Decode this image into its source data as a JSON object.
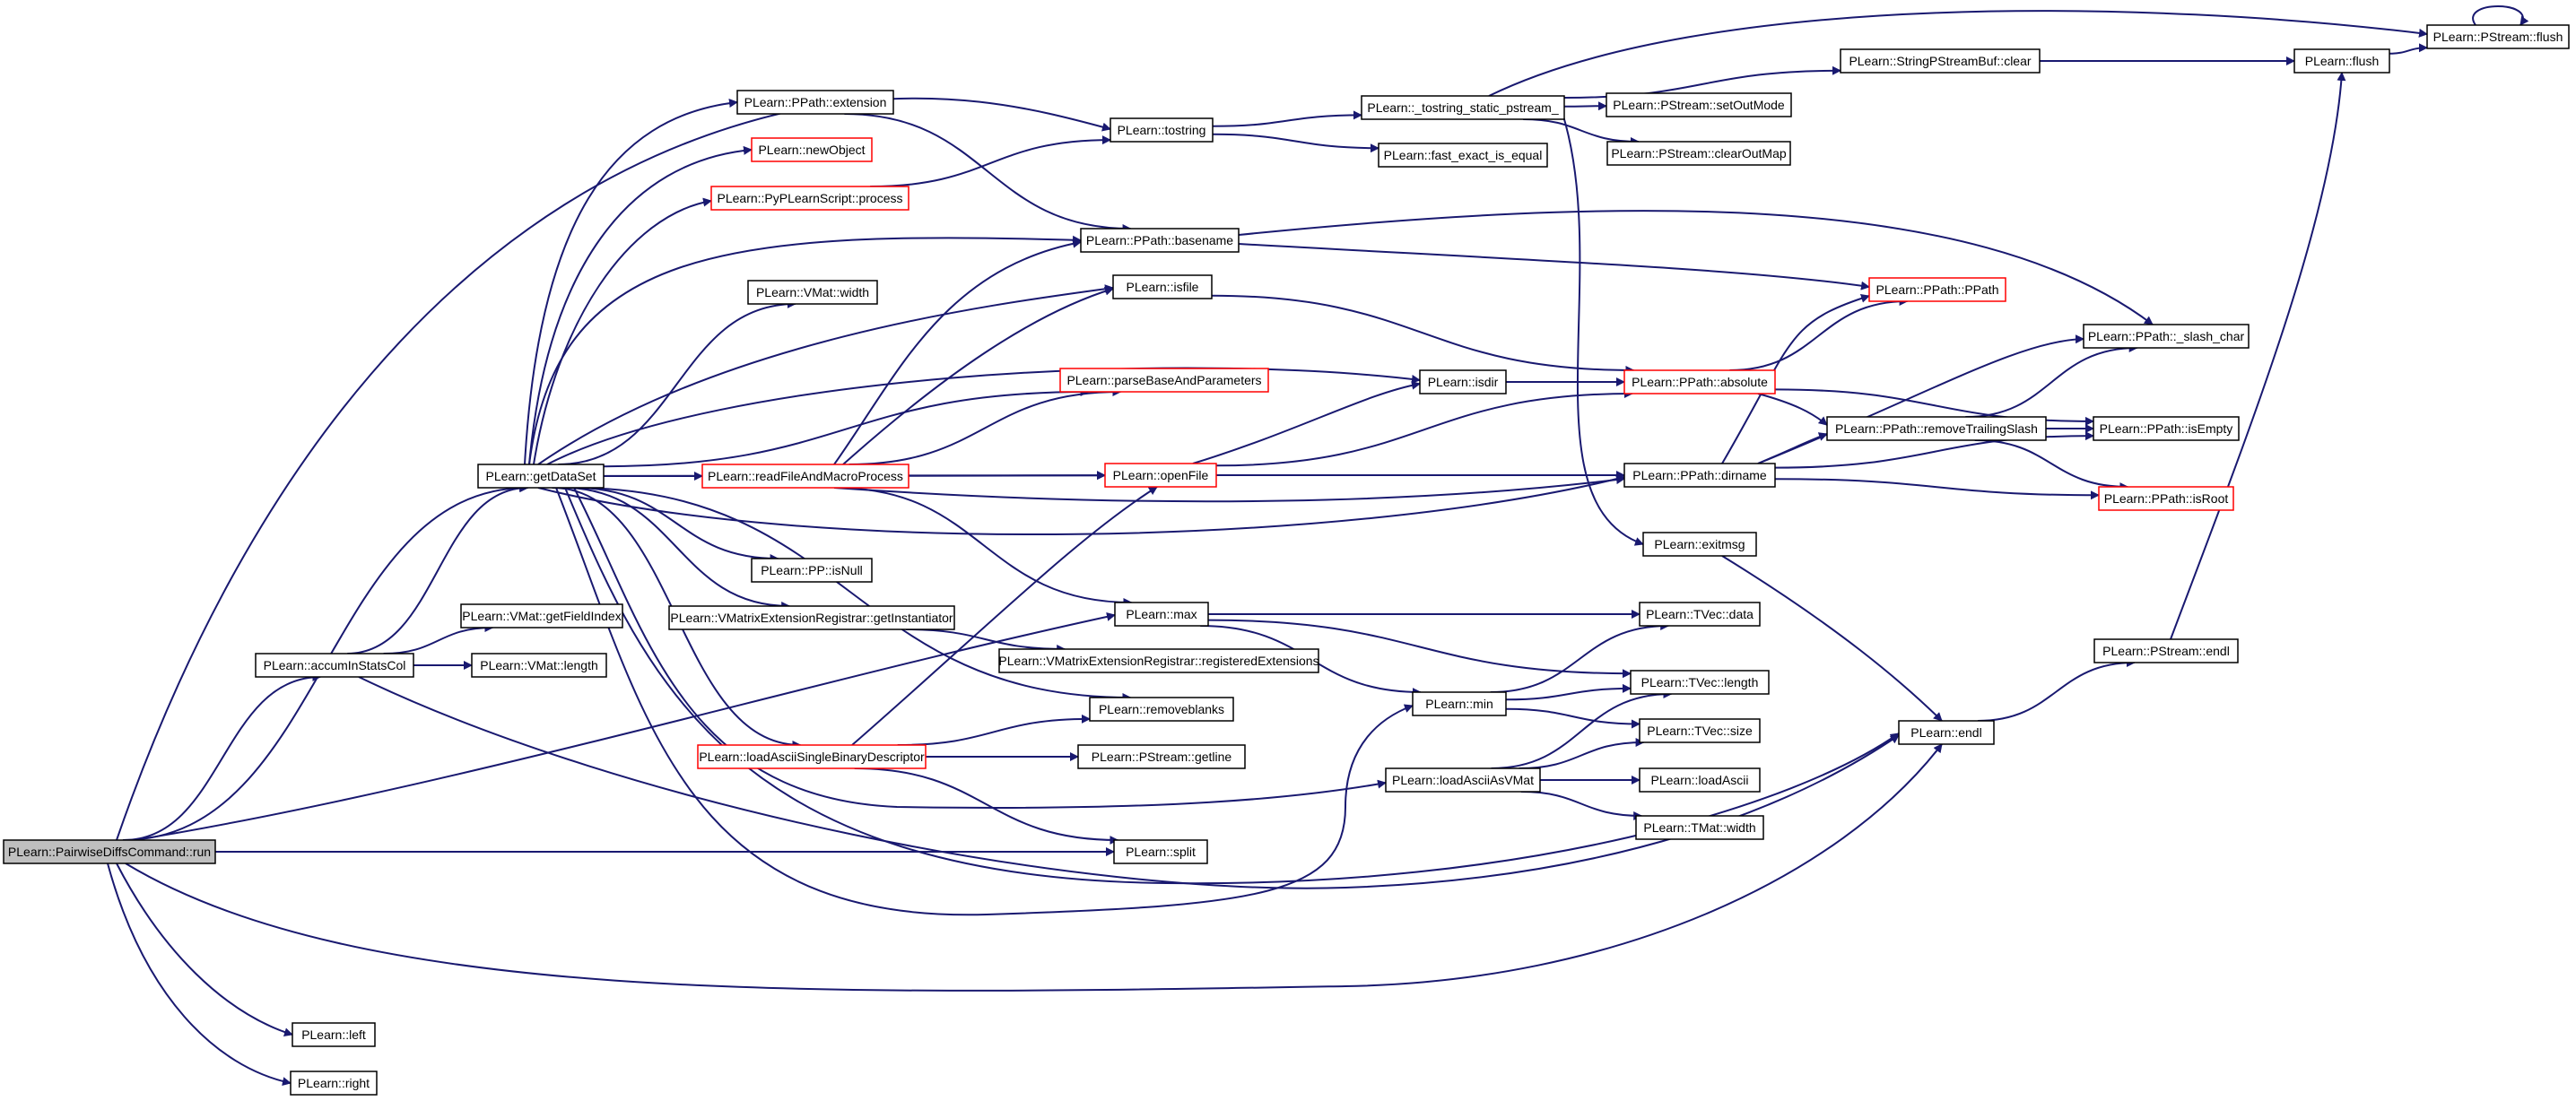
{
  "nodes": [
    {
      "id": "root",
      "label": "PLearn::PairwiseDiffsCommand::run",
      "style": "root"
    },
    {
      "id": "accumInStatsCol",
      "label": "PLearn::accumInStatsCol",
      "style": "normal"
    },
    {
      "id": "getDataSet",
      "label": "PLearn::getDataSet",
      "style": "normal"
    },
    {
      "id": "getFieldIndex",
      "label": "PLearn::VMat::getFieldIndex",
      "style": "normal"
    },
    {
      "id": "vmatLength",
      "label": "PLearn::VMat::length",
      "style": "normal"
    },
    {
      "id": "extension",
      "label": "PLearn::PPath::extension",
      "style": "normal"
    },
    {
      "id": "newObject",
      "label": "PLearn::newObject",
      "style": "red"
    },
    {
      "id": "pyProcess",
      "label": "PLearn::PyPLearnScript::process",
      "style": "red"
    },
    {
      "id": "vmatWidth",
      "label": "PLearn::VMat::width",
      "style": "normal"
    },
    {
      "id": "readFile",
      "label": "PLearn::readFileAndMacroProcess",
      "style": "red"
    },
    {
      "id": "isNull",
      "label": "PLearn::PP::isNull",
      "style": "normal"
    },
    {
      "id": "getInstantiator",
      "label": "PLearn::VMatrixExtensionRegistrar::getInstantiator",
      "style": "normal"
    },
    {
      "id": "loadAsciiSingle",
      "label": "PLearn::loadAsciiSingleBinaryDescriptor",
      "style": "red"
    },
    {
      "id": "parseBase",
      "label": "PLearn::parseBaseAndParameters",
      "style": "red"
    },
    {
      "id": "tostring",
      "label": "PLearn::tostring",
      "style": "normal"
    },
    {
      "id": "basename",
      "label": "PLearn::PPath::basename",
      "style": "normal"
    },
    {
      "id": "isfile",
      "label": "PLearn::isfile",
      "style": "normal"
    },
    {
      "id": "openFile",
      "label": "PLearn::openFile",
      "style": "red"
    },
    {
      "id": "max",
      "label": "PLearn::max",
      "style": "normal"
    },
    {
      "id": "registeredExt",
      "label": "PLearn::VMatrixExtensionRegistrar::registeredExtensions",
      "style": "normal"
    },
    {
      "id": "removeblanks",
      "label": "PLearn::removeblanks",
      "style": "normal"
    },
    {
      "id": "getline",
      "label": "PLearn::PStream::getline",
      "style": "normal"
    },
    {
      "id": "split",
      "label": "PLearn::split",
      "style": "normal"
    },
    {
      "id": "tostringStatic",
      "label": "PLearn::_tostring_static_pstream_",
      "style": "normal"
    },
    {
      "id": "fastExact",
      "label": "PLearn::fast_exact_is_equal",
      "style": "normal"
    },
    {
      "id": "isdir",
      "label": "PLearn::isdir",
      "style": "normal"
    },
    {
      "id": "min",
      "label": "PLearn::min",
      "style": "normal"
    },
    {
      "id": "loadAsciiAsVMat",
      "label": "PLearn::loadAsciiAsVMat",
      "style": "normal"
    },
    {
      "id": "setOutMode",
      "label": "PLearn::PStream::setOutMode",
      "style": "normal"
    },
    {
      "id": "clearOutMap",
      "label": "PLearn::PStream::clearOutMap",
      "style": "normal"
    },
    {
      "id": "sbufClear",
      "label": "PLearn::StringPStreamBuf::clear",
      "style": "normal"
    },
    {
      "id": "ppathCtor",
      "label": "PLearn::PPath::PPath",
      "style": "red"
    },
    {
      "id": "absolute",
      "label": "PLearn::PPath::absolute",
      "style": "red"
    },
    {
      "id": "dirname",
      "label": "PLearn::PPath::dirname",
      "style": "normal"
    },
    {
      "id": "exitmsg",
      "label": "PLearn::exitmsg",
      "style": "normal"
    },
    {
      "id": "tvecData",
      "label": "PLearn::TVec::data",
      "style": "normal"
    },
    {
      "id": "tvecLength",
      "label": "PLearn::TVec::length",
      "style": "normal"
    },
    {
      "id": "tvecSize",
      "label": "PLearn::TVec::size",
      "style": "normal"
    },
    {
      "id": "loadAscii",
      "label": "PLearn::loadAscii",
      "style": "normal"
    },
    {
      "id": "tmatWidth",
      "label": "PLearn::TMat::width",
      "style": "normal"
    },
    {
      "id": "removeTrailing",
      "label": "PLearn::PPath::removeTrailingSlash",
      "style": "normal"
    },
    {
      "id": "slashChar",
      "label": "PLearn::PPath::_slash_char",
      "style": "normal"
    },
    {
      "id": "isEmpty",
      "label": "PLearn::PPath::isEmpty",
      "style": "normal"
    },
    {
      "id": "isRoot",
      "label": "PLearn::PPath::isRoot",
      "style": "red"
    },
    {
      "id": "flush",
      "label": "PLearn::flush",
      "style": "normal"
    },
    {
      "id": "pstreamFlush",
      "label": "PLearn::PStream::flush",
      "style": "normal"
    },
    {
      "id": "pstreamEndl",
      "label": "PLearn::PStream::endl",
      "style": "normal"
    },
    {
      "id": "endl",
      "label": "PLearn::endl",
      "style": "normal"
    },
    {
      "id": "left",
      "label": "PLearn::left",
      "style": "normal"
    },
    {
      "id": "right",
      "label": "PLearn::right",
      "style": "normal"
    }
  ],
  "edges": [
    [
      "root",
      "accumInStatsCol"
    ],
    [
      "root",
      "getDataSet"
    ],
    [
      "root",
      "split"
    ],
    [
      "root",
      "max"
    ],
    [
      "root",
      "endl"
    ],
    [
      "root",
      "left"
    ],
    [
      "root",
      "right"
    ],
    [
      "root",
      "tostring"
    ],
    [
      "accumInStatsCol",
      "getDataSet"
    ],
    [
      "accumInStatsCol",
      "getFieldIndex"
    ],
    [
      "accumInStatsCol",
      "vmatLength"
    ],
    [
      "accumInStatsCol",
      "endl"
    ],
    [
      "getDataSet",
      "extension"
    ],
    [
      "getDataSet",
      "newObject"
    ],
    [
      "getDataSet",
      "pyProcess"
    ],
    [
      "getDataSet",
      "basename"
    ],
    [
      "getDataSet",
      "vmatWidth"
    ],
    [
      "getDataSet",
      "isfile"
    ],
    [
      "getDataSet",
      "isdir"
    ],
    [
      "getDataSet",
      "parseBase"
    ],
    [
      "getDataSet",
      "readFile"
    ],
    [
      "getDataSet",
      "openFile"
    ],
    [
      "getDataSet",
      "dirname"
    ],
    [
      "getDataSet",
      "isNull"
    ],
    [
      "getDataSet",
      "getInstantiator"
    ],
    [
      "getDataSet",
      "removeblanks"
    ],
    [
      "getDataSet",
      "loadAsciiSingle"
    ],
    [
      "getDataSet",
      "loadAsciiAsVMat"
    ],
    [
      "getDataSet",
      "min"
    ],
    [
      "getDataSet",
      "endl"
    ],
    [
      "getInstantiator",
      "registeredExt"
    ],
    [
      "extension",
      "basename"
    ],
    [
      "pyProcess",
      "tostring"
    ],
    [
      "readFile",
      "basename"
    ],
    [
      "readFile",
      "isfile"
    ],
    [
      "readFile",
      "parseBase"
    ],
    [
      "readFile",
      "openFile"
    ],
    [
      "readFile",
      "dirname"
    ],
    [
      "readFile",
      "max"
    ],
    [
      "loadAsciiSingle",
      "removeblanks"
    ],
    [
      "loadAsciiSingle",
      "getline"
    ],
    [
      "loadAsciiSingle",
      "split"
    ],
    [
      "loadAsciiSingle",
      "openFile"
    ],
    [
      "tostring",
      "tostringStatic"
    ],
    [
      "tostring",
      "fastExact"
    ],
    [
      "tostringStatic",
      "setOutMode"
    ],
    [
      "tostringStatic",
      "clearOutMap"
    ],
    [
      "tostringStatic",
      "sbufClear"
    ],
    [
      "tostringStatic",
      "pstreamFlush"
    ],
    [
      "tostringStatic",
      "exitmsg"
    ],
    [
      "sbufClear",
      "flush"
    ],
    [
      "flush",
      "pstreamFlush"
    ],
    [
      "pstreamFlush",
      "pstreamFlush"
    ],
    [
      "basename",
      "ppathCtor"
    ],
    [
      "basename",
      "slashChar"
    ],
    [
      "isfile",
      "absolute"
    ],
    [
      "isdir",
      "absolute"
    ],
    [
      "openFile",
      "isdir"
    ],
    [
      "openFile",
      "absolute"
    ],
    [
      "openFile",
      "dirname"
    ],
    [
      "absolute",
      "ppathCtor"
    ],
    [
      "absolute",
      "removeTrailing"
    ],
    [
      "absolute",
      "isEmpty"
    ],
    [
      "dirname",
      "ppathCtor"
    ],
    [
      "dirname",
      "slashChar"
    ],
    [
      "dirname",
      "removeTrailing"
    ],
    [
      "dirname",
      "isEmpty"
    ],
    [
      "dirname",
      "isRoot"
    ],
    [
      "removeTrailing",
      "slashChar"
    ],
    [
      "removeTrailing",
      "isEmpty"
    ],
    [
      "removeTrailing",
      "isRoot"
    ],
    [
      "exitmsg",
      "endl"
    ],
    [
      "max",
      "tvecData"
    ],
    [
      "max",
      "tvecLength"
    ],
    [
      "max",
      "min"
    ],
    [
      "min",
      "tvecData"
    ],
    [
      "min",
      "tvecLength"
    ],
    [
      "min",
      "tvecSize"
    ],
    [
      "loadAsciiAsVMat",
      "tvecLength"
    ],
    [
      "loadAsciiAsVMat",
      "tvecSize"
    ],
    [
      "loadAsciiAsVMat",
      "loadAscii"
    ],
    [
      "loadAsciiAsVMat",
      "tmatWidth"
    ],
    [
      "endl",
      "pstreamEndl"
    ],
    [
      "pstreamEndl",
      "flush"
    ]
  ]
}
